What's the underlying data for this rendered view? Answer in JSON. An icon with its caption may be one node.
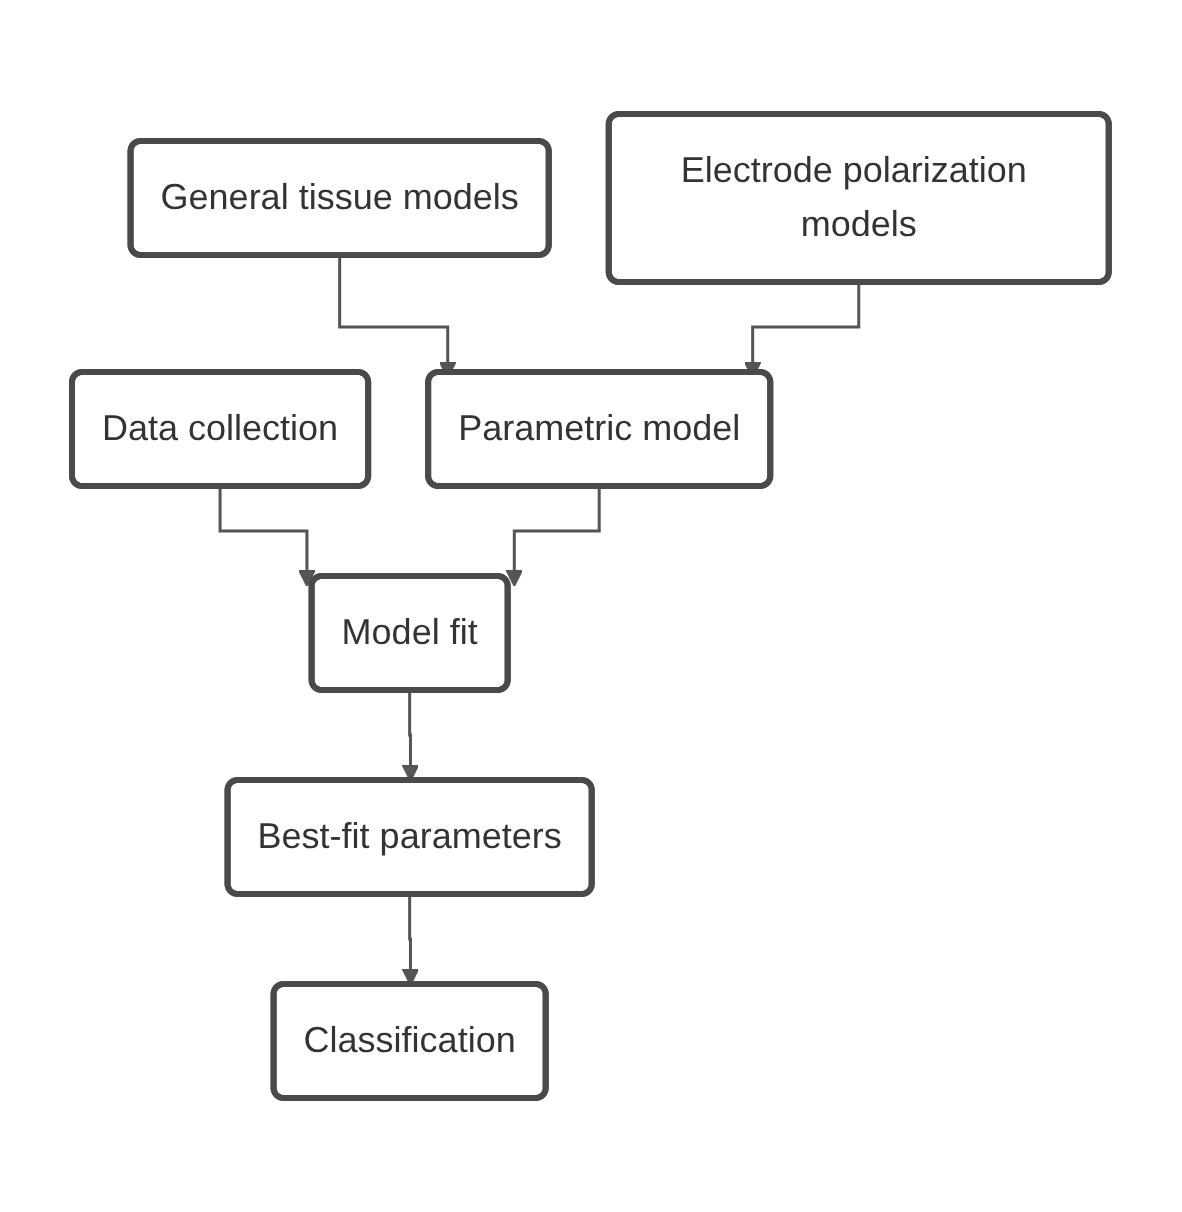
{
  "diagram": {
    "nodes": [
      {
        "text": [
          "General tissue models"
        ]
      },
      {
        "text": [
          "Electrode polarization models"
        ]
      },
      {
        "text": [
          "Data collection"
        ]
      },
      {
        "text": [
          "Parametric model"
        ]
      },
      {
        "text": [
          "Model fit"
        ]
      },
      {
        "text": [
          "Best-fit parameters"
        ]
      },
      {
        "text": [
          "Classification"
        ]
      }
    ],
    "edges": [
      {
        "from": 0,
        "to": 3,
        "arrow": "to"
      },
      {
        "from": 1,
        "to": 3,
        "arrow": "to"
      },
      {
        "from": 2,
        "to": 4,
        "arrow": "to"
      },
      {
        "from": 3,
        "to": 4,
        "arrow": "to"
      },
      {
        "from": 4,
        "to": 5,
        "arrow": "to"
      },
      {
        "from": 5,
        "to": 6,
        "arrow": "to"
      }
    ]
  }
}
